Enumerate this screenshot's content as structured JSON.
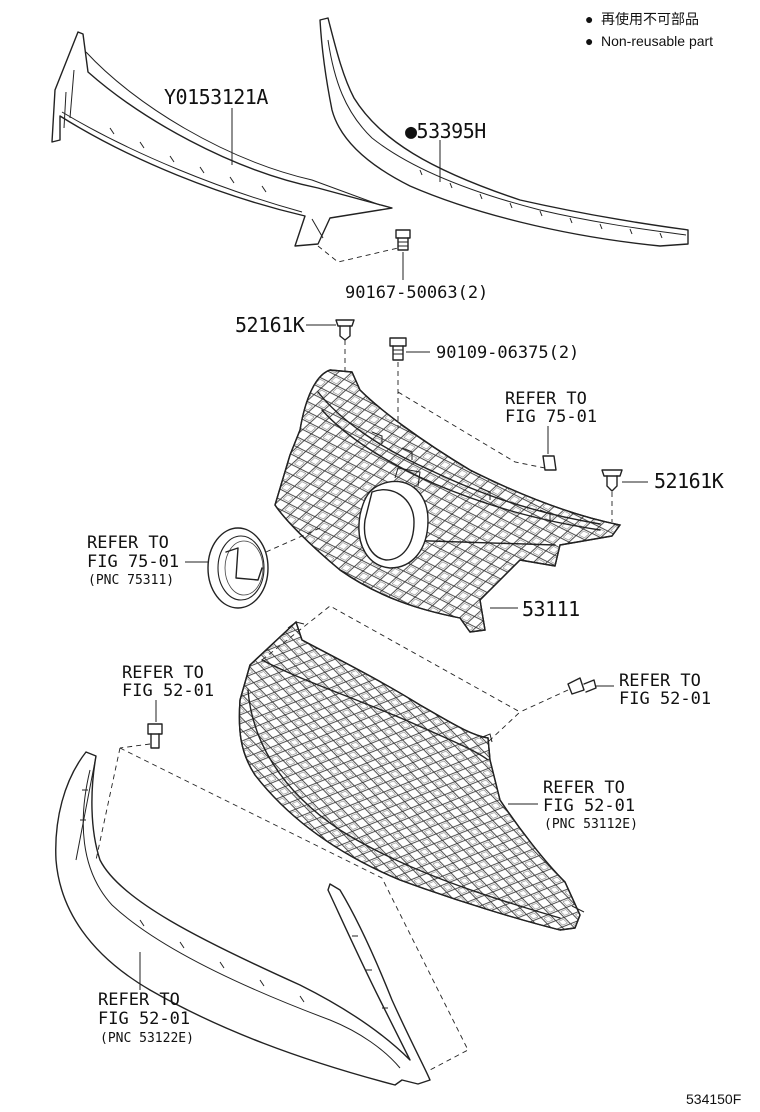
{
  "legend": {
    "items": [
      {
        "symbol": "●",
        "text": "再使用不可部品"
      },
      {
        "symbol": "●",
        "text": "Non-reusable part"
      }
    ]
  },
  "labels": {
    "y0153121a": "Y0153121A",
    "p53395h": "●53395H",
    "p90167": "90167-50063(2)",
    "p52161k_left": "52161K",
    "p90109": "90109-06375(2)",
    "refer_fig75_right_1": "REFER TO",
    "refer_fig75_right_2": "FIG 75-01",
    "p52161k_right": "52161K",
    "refer_fig75_left_1": "REFER TO",
    "refer_fig75_left_2": "FIG 75-01",
    "refer_fig75_left_3": "(PNC 75311)",
    "p53111": "53111",
    "refer_fig52_left_1": "REFER TO",
    "refer_fig52_left_2": "FIG 52-01",
    "refer_fig52_right_1": "REFER TO",
    "refer_fig52_right_2": "FIG 52-01",
    "refer_fig52_mid_1": "REFER TO",
    "refer_fig52_mid_2": "FIG 52-01",
    "refer_fig52_mid_3": "(PNC 53112E)",
    "refer_fig52_bottom_1": "REFER TO",
    "refer_fig52_bottom_2": "FIG 52-01",
    "refer_fig52_bottom_3": "(PNC 53122E)"
  },
  "figure_code": "534150F"
}
